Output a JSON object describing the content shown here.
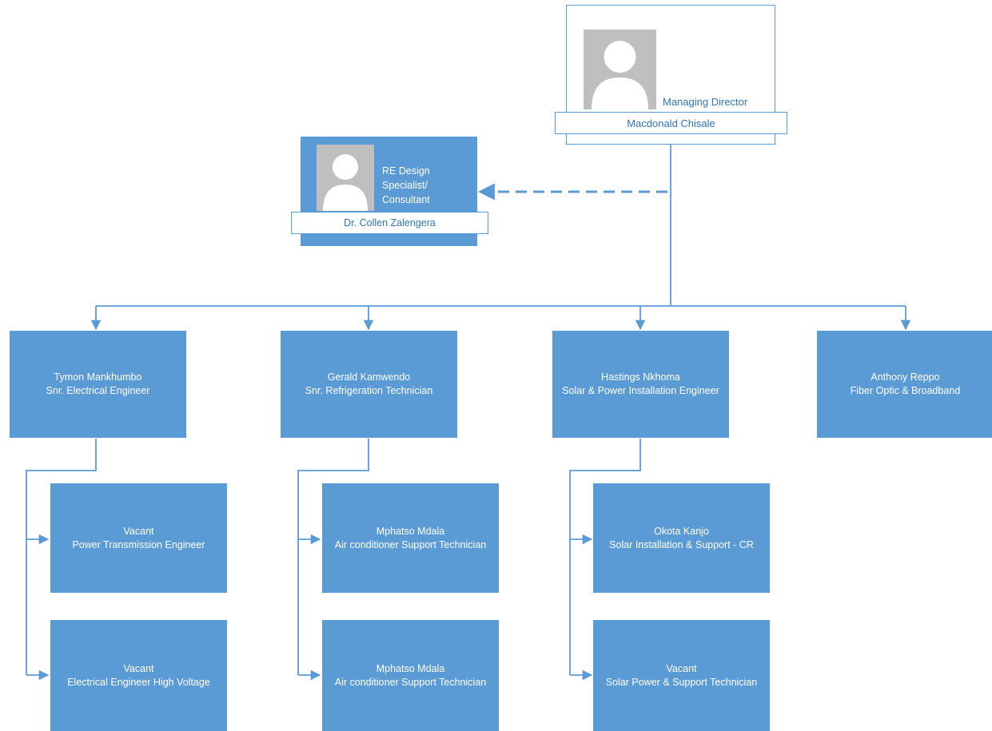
{
  "managing_director": {
    "title": "Managing Director",
    "name": "Macdonald Chisale"
  },
  "consultant": {
    "title_lines": [
      "RE Design",
      "Specialist/",
      "Consultant"
    ],
    "name": "Dr. Collen Zalengera"
  },
  "heads": [
    {
      "name": "Tymon Mankhumbo",
      "role": "Snr. Electrical Engineer"
    },
    {
      "name": "Gerald Kamwendo",
      "role": "Snr. Refrigeration Technician"
    },
    {
      "name": "Hastings Nkhoma",
      "role": "Solar & Power Installation Engineer"
    },
    {
      "name": "Anthony Reppo",
      "role": "Fiber Optic & Broadband"
    }
  ],
  "staff": [
    [
      {
        "name": "Vacant",
        "role": "Power Transmission Engineer"
      },
      {
        "name": "Vacant",
        "role": "Electrical Engineer High Voltage"
      }
    ],
    [
      {
        "name": "Mphatso Mdala",
        "role": "Air conditioner Support Technician"
      },
      {
        "name": "Mphatso Mdala",
        "role": "Air conditioner Support Technician"
      }
    ],
    [
      {
        "name": "Okota Kanjo",
        "role": "Solar Installation & Support - CR"
      },
      {
        "name": "Vacant",
        "role": "Solar Power & Support Technician"
      }
    ]
  ],
  "colors": {
    "box_fill": "#5b9bd5",
    "line": "#5b9bd5",
    "text_on_box": "#ffffff",
    "photo": "#bfbfbf"
  }
}
